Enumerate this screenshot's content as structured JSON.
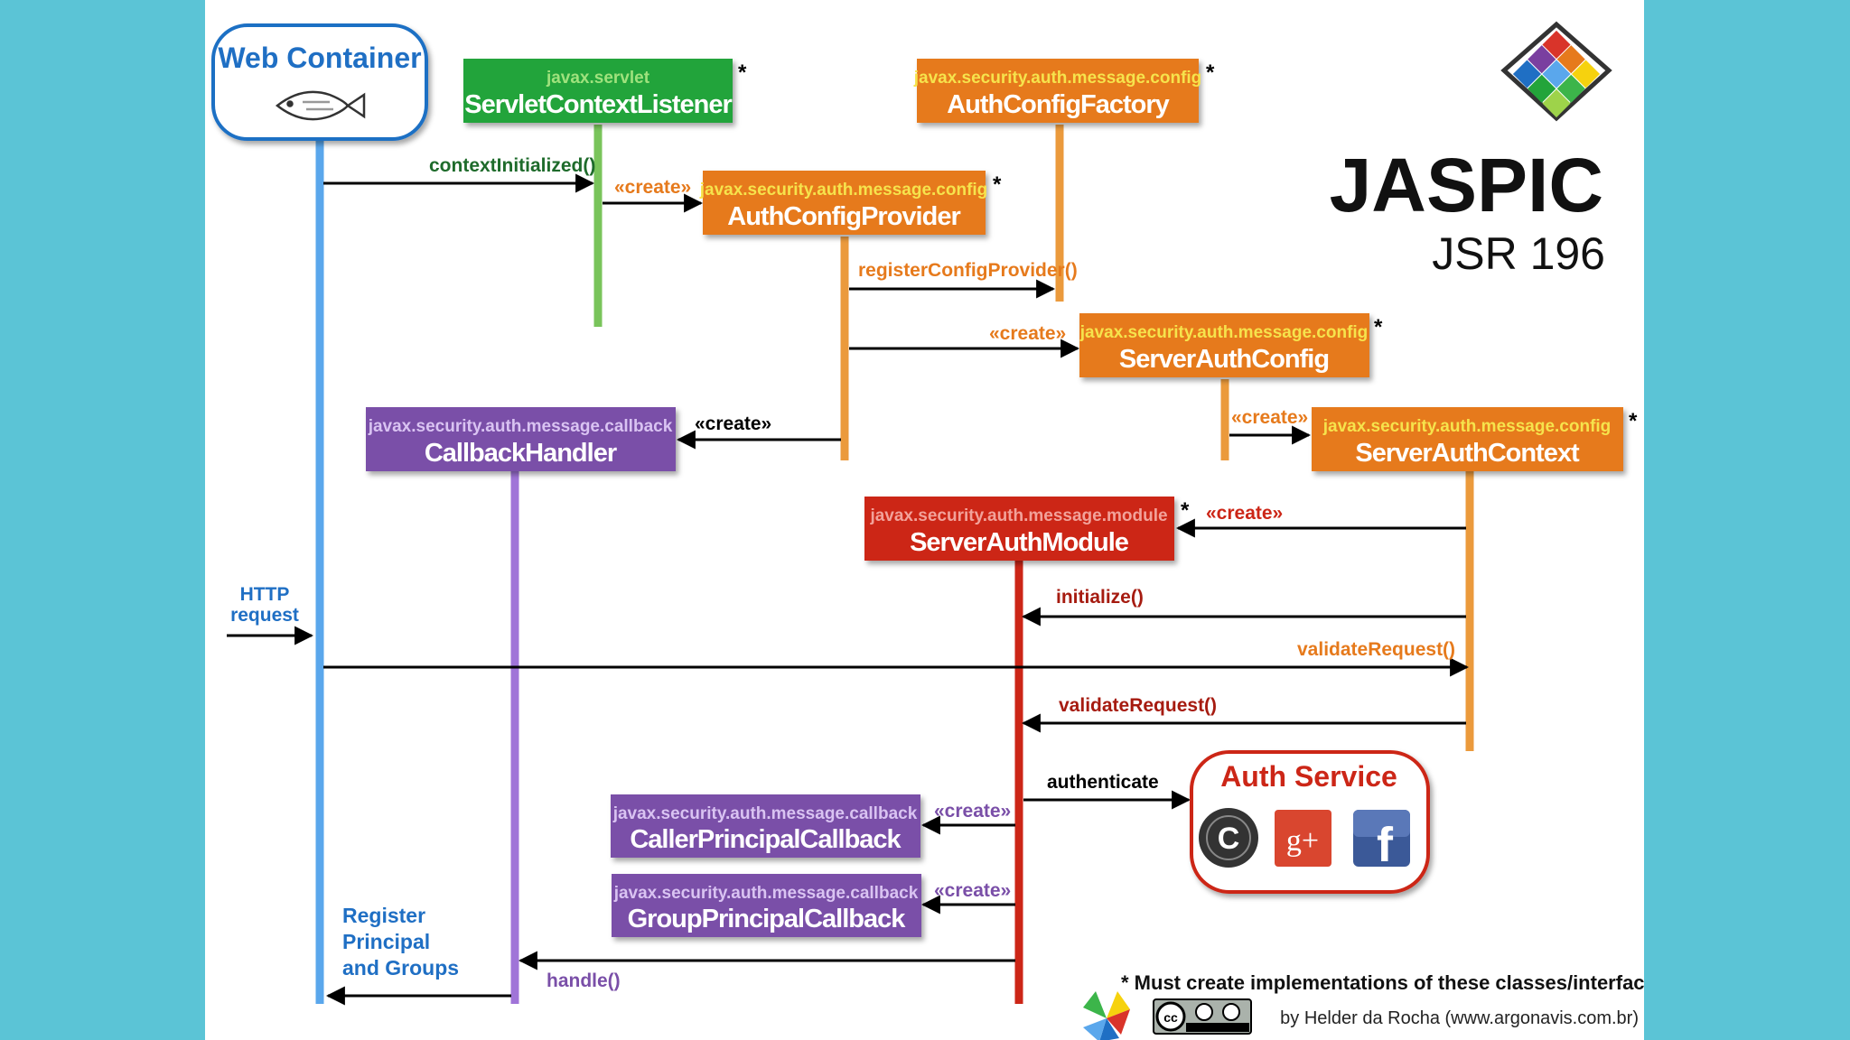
{
  "colors": {
    "background": "#5bc4d6",
    "slide": "#ffffff",
    "web_container": "#1f6fc4",
    "lifeline_blue": "#5aa7ec",
    "green": "#23a43a",
    "lifeline_green": "#79c45b",
    "orange": "#e67a1c",
    "lifeline_orange": "#eb9a3c",
    "package_orange": "#f6e34c",
    "purple": "#7a4fa8",
    "lifeline_purple": "#a074d8",
    "red": "#cc2617",
    "dark_red": "#a61b10"
  },
  "title": {
    "main": "JASPIC",
    "sub": "JSR 196"
  },
  "web_container": {
    "label": "Web Container"
  },
  "boxes": {
    "servlet_context_listener": {
      "pkg": "javax.servlet",
      "name": "ServletContextListener",
      "mark": "*"
    },
    "auth_config_factory": {
      "pkg": "javax.security.auth.message.config",
      "name": "AuthConfigFactory",
      "mark": "*"
    },
    "auth_config_provider": {
      "pkg": "javax.security.auth.message.config",
      "name": "AuthConfigProvider",
      "mark": "*"
    },
    "server_auth_config": {
      "pkg": "javax.security.auth.message.config",
      "name": "ServerAuthConfig",
      "mark": "*"
    },
    "callback_handler": {
      "pkg": "javax.security.auth.message.callback",
      "name": "CallbackHandler"
    },
    "server_auth_context": {
      "pkg": "javax.security.auth.message.config",
      "name": "ServerAuthContext",
      "mark": "*"
    },
    "server_auth_module": {
      "pkg": "javax.security.auth.message.module",
      "name": "ServerAuthModule",
      "mark": "*"
    },
    "caller_principal_callback": {
      "pkg": "javax.security.auth.message.callback",
      "name": "CallerPrincipalCallback"
    },
    "group_principal_callback": {
      "pkg": "javax.security.auth.message.callback",
      "name": "GroupPrincipalCallback"
    }
  },
  "messages": {
    "context_initialized": "contextInitialized()",
    "create_provider": "«create»",
    "register_config_provider": "registerConfigProvider()",
    "create_server_auth_config": "«create»",
    "create_callback_handler": "«create»",
    "create_server_auth_context": "«create»",
    "create_server_auth_module": "«create»",
    "initialize": "initialize()",
    "validate_request_1": "validateRequest()",
    "validate_request_2": "validateRequest()",
    "authenticate": "authenticate",
    "create_caller_principal": "«create»",
    "create_group_principal": "«create»",
    "handle": "handle()"
  },
  "http_request": {
    "line1": "HTTP",
    "line2": "request"
  },
  "register_note": {
    "line1": "Register",
    "line2": "Principal",
    "line3": "and Groups"
  },
  "auth_service": {
    "title": "Auth Service",
    "icons": [
      "openid-icon",
      "google-plus-icon",
      "facebook-icon"
    ],
    "google_text": "g+",
    "facebook_text": "f"
  },
  "footer": {
    "note": "* Must create implementations of these classes/interfaces",
    "credit": "by Helder da Rocha (www.argonavis.com.br)",
    "license_icon": "cc-by-sa-icon"
  }
}
